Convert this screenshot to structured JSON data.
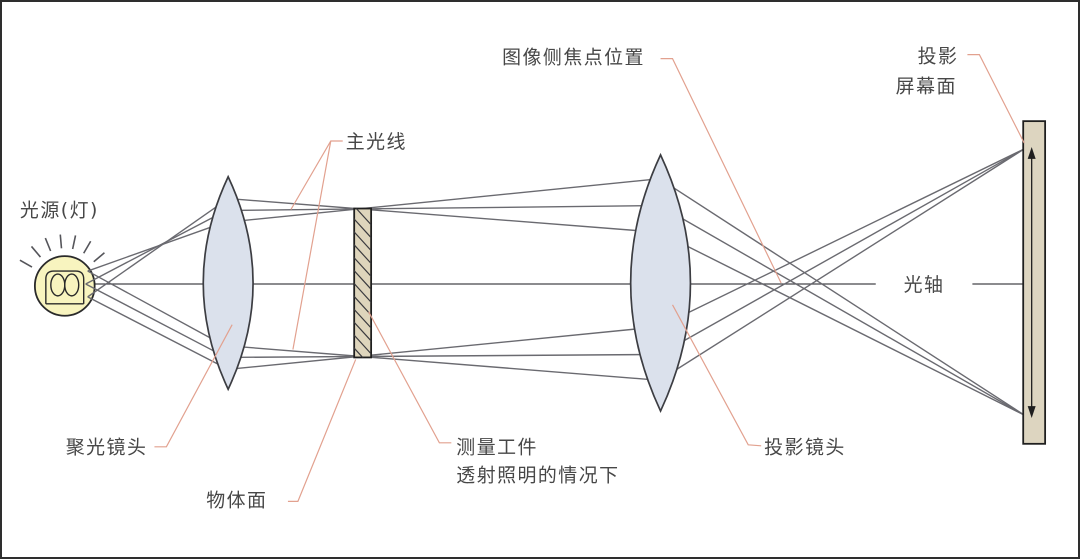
{
  "labels": {
    "light_source": "光源(灯)",
    "chief_ray": "主光线",
    "image_side_focus": "图像侧焦点位置",
    "projection_screen_line1": "投影",
    "projection_screen_line2": "屏幕面",
    "optical_axis": "光轴",
    "condenser_lens": "聚光镜头",
    "object_plane": "物体面",
    "workpiece_line1": "测量工件",
    "workpiece_line2": "透射照明的情况下",
    "projection_lens": "投影镜头"
  },
  "colors": {
    "ray": "#6a6a70",
    "axis": "#46464b",
    "leader": "#e2a18f",
    "lens_fill": "#dbe1ec",
    "lens_stroke": "#3c3d42",
    "object_fill": "#ded5bc",
    "screen_fill": "#ddd5c0",
    "lamp_fill": "#f8f4bf",
    "text": "#474747",
    "frame": "#2e2e2e"
  }
}
